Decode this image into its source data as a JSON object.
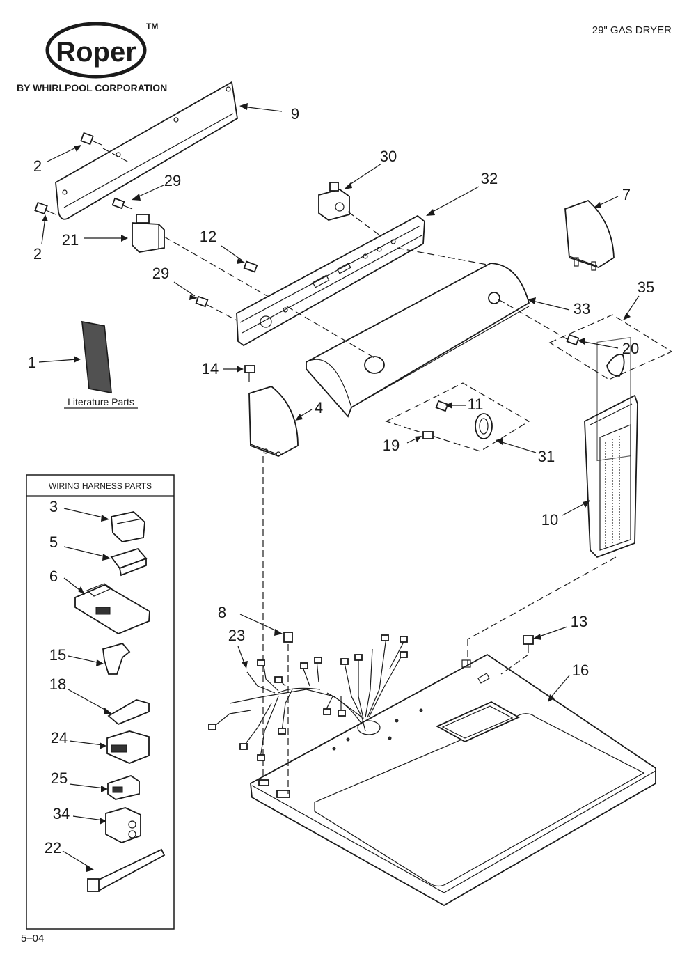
{
  "brand": {
    "logo_text": "Roper",
    "trademark": "TM",
    "subtitle": "BY WHIRLPOOL CORPORATION"
  },
  "header": {
    "product": "29\" GAS DRYER"
  },
  "footer": {
    "code": "5–04"
  },
  "literature": {
    "caption": "Literature Parts"
  },
  "wiring_box": {
    "title": "WIRING HARNESS PARTS"
  },
  "callouts": {
    "c9": "9",
    "c2a": "2",
    "c2b": "2",
    "c29a": "29",
    "c21": "21",
    "c12": "12",
    "c29b": "29",
    "c30": "30",
    "c32": "32",
    "c7": "7",
    "c35": "35",
    "c33": "33",
    "c20": "20",
    "c1": "1",
    "c14": "14",
    "c4": "4",
    "c11": "11",
    "c19": "19",
    "c31": "31",
    "c10": "10",
    "c3": "3",
    "c5": "5",
    "c6": "6",
    "c8": "8",
    "c23": "23",
    "c13": "13",
    "c16": "16",
    "c15": "15",
    "c18": "18",
    "c24": "24",
    "c25": "25",
    "c34": "34",
    "c22": "22"
  },
  "colors": {
    "ink": "#1a1a1a",
    "paper": "#ffffff"
  }
}
